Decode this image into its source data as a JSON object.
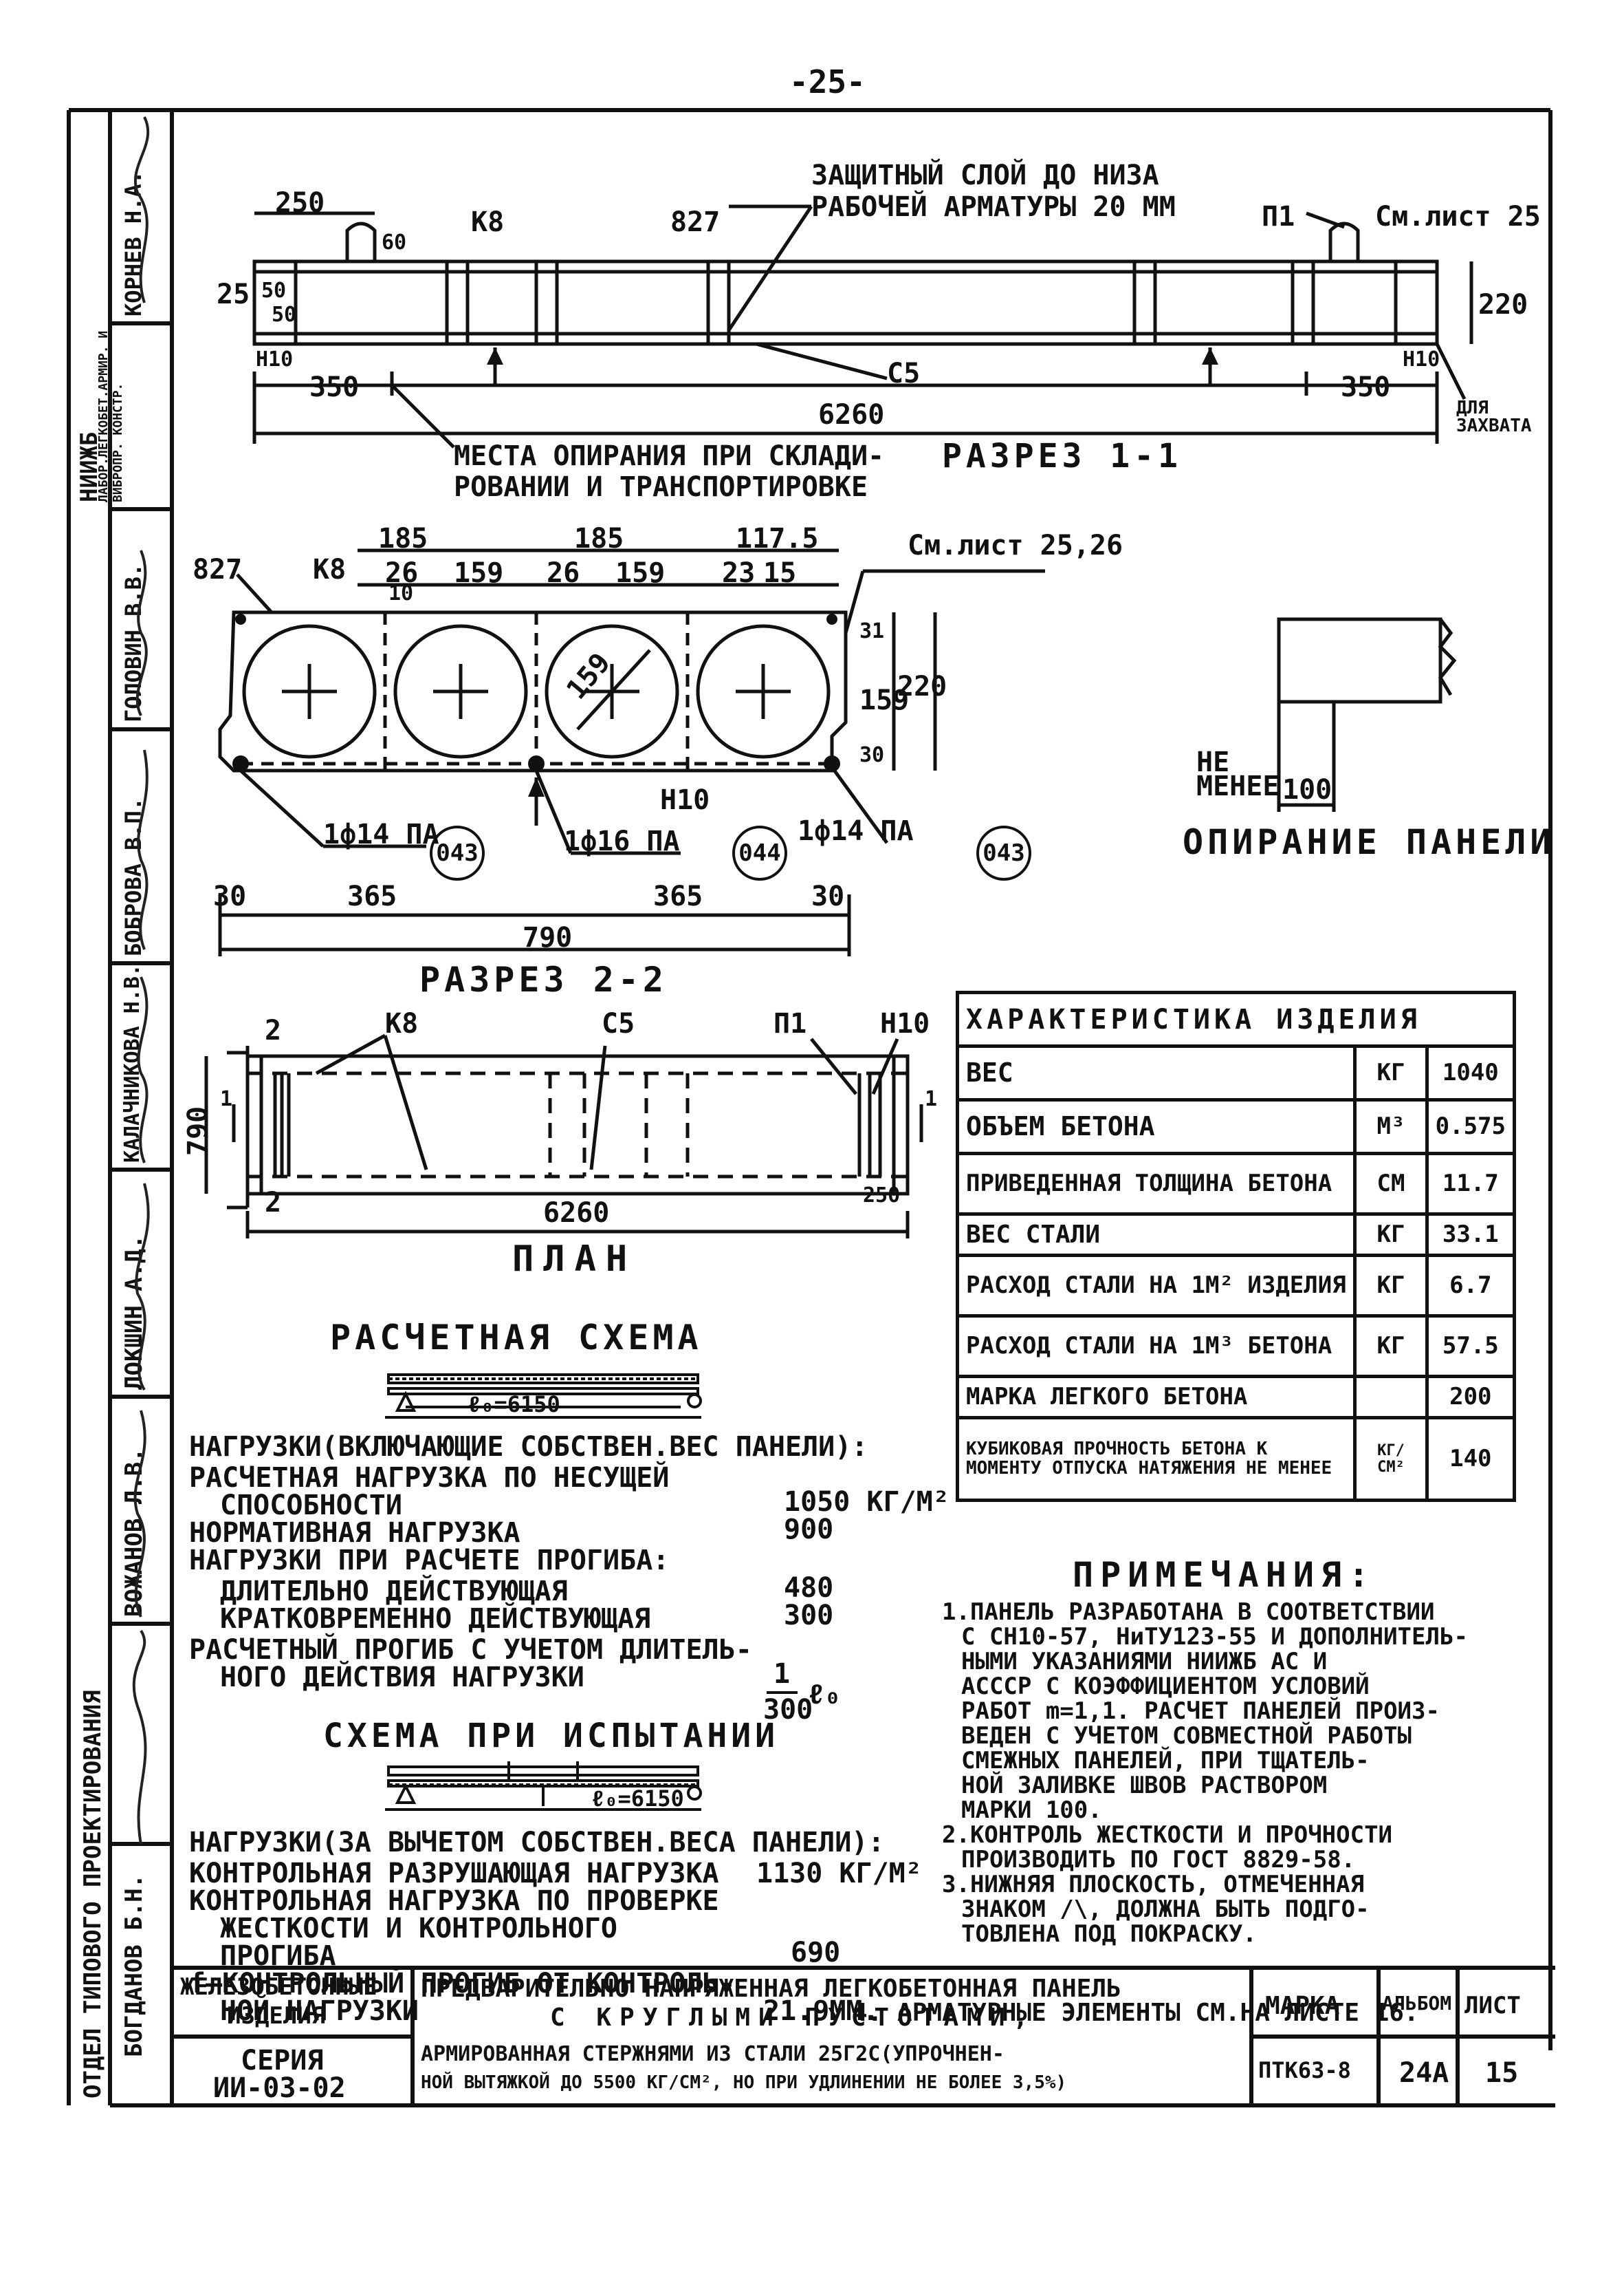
{
  "page_number": "-25-",
  "side_block": {
    "org": "ОТДЕЛ ТИПОВОГО ПРОЕКТИРОВАНИЯ",
    "people": [
      {
        "name": "БОГДАНОВ Б.Н."
      },
      {
        "name": "ВОЖАНОВ Л.В."
      },
      {
        "name": "ЛОКШИН А.Д."
      },
      {
        "name": "КАЛАЧНИКОВА Н.В."
      },
      {
        "name": "БОБРОВА В.П."
      },
      {
        "name": "ГОЛОВИН В.В."
      },
      {
        "name": "КОРНЕВ Н.А."
      }
    ],
    "institute": "НИИЖБ",
    "lab": "ЛАБОР.ЛЕГКОБЕТ.АРМИР. И ВИБРОПР. КОНСТР."
  },
  "section11": {
    "note_top": "ЗАЩИТНЫЙ СЛОЙ ДО НИЗА",
    "note_top2": "РАБОЧЕЙ АРМАТУРЫ 20 ММ",
    "dim_250": "250",
    "dim_60": "60",
    "k8": "К8",
    "dim_827": "827",
    "p1": "П1",
    "see_sheet": "См.лист 25",
    "dim_25": "25",
    "dim_50a": "50",
    "dim_50b": "50",
    "dim_220": "220",
    "n10_left": "Н10",
    "n10_right": "Н10",
    "c5": "С5",
    "dim_350_left": "350",
    "dim_350_right": "350",
    "dim_6260": "6260",
    "for_grip": "ДЛЯ ЗАХВАТА",
    "support_note1": "МЕСТА ОПИРАНИЯ ПРИ СКЛАДИ-",
    "support_note2": "РОВАНИИ И ТРАНСПОРТИРОВКЕ",
    "title": "РАЗРЕЗ 1-1"
  },
  "section22": {
    "top_dims": [
      "185",
      "185",
      "117.5"
    ],
    "sub_dims": [
      "26",
      "159",
      "26",
      "159",
      "23",
      "15"
    ],
    "dim_827": "827",
    "k8": "К8",
    "dim_10": "10",
    "see_sheets": "См.лист 25,26",
    "dim_159_diag": "159",
    "right_dims": [
      "31",
      "159",
      "220",
      "30"
    ],
    "n10": "Н10",
    "bars": [
      "1ф14 ПА",
      "1ф16 ПА",
      "1ф14 ПА"
    ],
    "marks": [
      "043",
      "044",
      "043"
    ],
    "bottom_dims": [
      "30",
      "365",
      "365",
      "30"
    ],
    "dim_790": "790",
    "title": "РАЗРЕЗ 2-2"
  },
  "support": {
    "label1": "НЕ",
    "label2": "МЕНЕЕ",
    "value": "100",
    "title": "ОПИРАНИЕ ПАНЕЛИ"
  },
  "plan": {
    "mark2_top": "2",
    "mark2_bot": "2",
    "k8": "К8",
    "c5": "С5",
    "p1": "П1",
    "n10": "Н10",
    "dim_790": "790",
    "dim_1a": "1",
    "dim_1b": "1",
    "dim_250": "250",
    "dim_6260": "6260",
    "title": "ПЛАН"
  },
  "characteristics": {
    "title": "ХАРАКТЕРИСТИКА ИЗДЕЛИЯ",
    "rows": [
      {
        "name": "ВЕС",
        "unit": "КГ",
        "value": "1040"
      },
      {
        "name": "ОБЪЕМ БЕТОНА",
        "unit": "М³",
        "value": "0.575"
      },
      {
        "name": "ПРИВЕДЕННАЯ ТОЛЩИНА БЕТОНА",
        "unit": "СМ",
        "value": "11.7"
      },
      {
        "name": "ВЕС СТАЛИ",
        "unit": "КГ",
        "value": "33.1"
      },
      {
        "name": "РАСХОД СТАЛИ НА 1М² ИЗДЕЛИЯ",
        "unit": "КГ",
        "value": "6.7"
      },
      {
        "name": "РАСХОД СТАЛИ НА 1М³ БЕТОНА",
        "unit": "КГ",
        "value": "57.5"
      },
      {
        "name": "МАРКА ЛЕГКОГО БЕТОНА",
        "unit": "",
        "value": "200"
      },
      {
        "name": "КУБИКОВАЯ ПРОЧНОСТЬ БЕТОНА К МОМЕНТУ ОТПУСКА НАТЯЖЕНИЯ НЕ МЕНЕЕ",
        "unit": "КГ/СМ²",
        "value": "140"
      }
    ]
  },
  "calc": {
    "title": "РАСЧЕТНАЯ СХЕМА",
    "span": "ℓ₀=6150",
    "loads_head": "НАГРУЗКИ(ВКЛЮЧАЮЩИЕ СОБСТВЕН.ВЕС ПАНЕЛИ):",
    "l1": "РАСЧЕТНАЯ НАГРУЗКА ПО НЕСУЩЕЙ",
    "l2": "СПОСОБНОСТИ",
    "v2": "1050 КГ/М²",
    "l3": "НОРМАТИВНАЯ НАГРУЗКА",
    "v3": "900",
    "l4": "НАГРУЗКИ ПРИ РАСЧЕТЕ ПРОГИБА:",
    "l5": "ДЛИТЕЛЬНО ДЕЙСТВУЮЩАЯ",
    "v5": "480",
    "l6": "КРАТКОВРЕМЕННО ДЕЙСТВУЮЩАЯ",
    "v6": "300",
    "l7": "РАСЧЕТНЫЙ ПРОГИБ С УЧЕТОМ ДЛИТЕЛЬ-",
    "l8": "НОГО ДЕЙСТВИЯ НАГРУЗКИ",
    "v8_num": "1",
    "v8_den": "300",
    "v8_suffix": "ℓ₀"
  },
  "test": {
    "title": "СХЕМА ПРИ ИСПЫТАНИИ",
    "span": "ℓ₀=6150",
    "loads_head": "НАГРУЗКИ(ЗА ВЫЧЕТОМ СОБСТВЕН.ВЕСА ПАНЕЛИ):",
    "l1": "КОНТРОЛЬНАЯ РАЗРУШАЮЩАЯ НАГРУЗКА",
    "v1": "1130 КГ/М²",
    "l2": "КОНТРОЛЬНАЯ НАГРУЗКА ПО ПРОВЕРКЕ",
    "l3": "ЖЕСТКОСТИ И КОНТРОЛЬНОГО",
    "l4": "ПРОГИБА",
    "v4": "690",
    "l5": "f–КОНТРОЛЬНЫЙ ПРОГИБ ОТ КОНТРОЛЬ-",
    "l6": "НОЙ НАГРУЗКИ",
    "v6": "21.9ММ."
  },
  "notes": {
    "title": "ПРИМЕЧАНИЯ:",
    "n1": [
      "1.ПАНЕЛЬ РАЗРАБОТАНА В СООТВЕТСТВИИ",
      "С СН10-57, НиТУ123-55 И ДОПОЛНИТЕЛЬ-",
      "НЫМИ УКАЗАНИЯМИ НИИЖБ АС И",
      "АСССР С КОЭФФИЦИЕНТОМ УСЛОВИЙ",
      "РАБОТ m=1,1. РАСЧЕТ ПАНЕЛЕЙ ПРОИЗ-",
      "ВЕДЕН С УЧЕТОМ СОВМЕСТНОЙ РАБОТЫ",
      "СМЕЖНЫХ ПАНЕЛЕЙ, ПРИ ТЩАТЕЛЬ-",
      "НОЙ ЗАЛИВКЕ ШВОВ РАСТВОРОМ",
      "МАРКИ 100."
    ],
    "n2": [
      "2.КОНТРОЛЬ ЖЕСТКОСТИ И ПРОЧНОСТИ",
      "ПРОИЗВОДИТЬ ПО ГОСТ 8829-58."
    ],
    "n3": [
      "3.НИЖНЯЯ ПЛОСКОСТЬ, ОТМЕЧЕННАЯ",
      "ЗНАКОМ /\\, ДОЛЖНА БЫТЬ ПОДГО-",
      "ТОВЛЕНА ПОД ПОКРАСКУ."
    ],
    "n4": "4. АРМАТУРНЫЕ ЭЛЕМЕНТЫ СМ.НА ЛИСТЕ 16."
  },
  "title_block": {
    "cat1": "ЖЕЛЕЗОБЕТОННЫЕ",
    "cat2": "ИЗДЕЛИЯ",
    "series_label": "СЕРИЯ",
    "series": "ИИ-03-02",
    "desc1": "ПРЕДВАРИТЕЛЬНО НАПРЯЖЕННАЯ ЛЕГКОБЕТОННАЯ ПАНЕЛЬ",
    "desc2": "С КРУГЛЫМИ ПУСТОТАМИ,",
    "desc3": "АРМИРОВАННАЯ СТЕРЖНЯМИ ИЗ СТАЛИ 25Г2С(УПРОЧНЕН-",
    "desc4": "НОЙ ВЫТЯЖКОЙ ДО 5500 КГ/СМ², НО ПРИ УДЛИНЕНИИ НЕ БОЛЕЕ 3,5%)",
    "mark_label": "МАРКА",
    "album_label": "АЛЬБОМ",
    "sheet_label": "ЛИСТ",
    "mark": "ПТК63-8",
    "album": "24А",
    "sheet": "15"
  }
}
